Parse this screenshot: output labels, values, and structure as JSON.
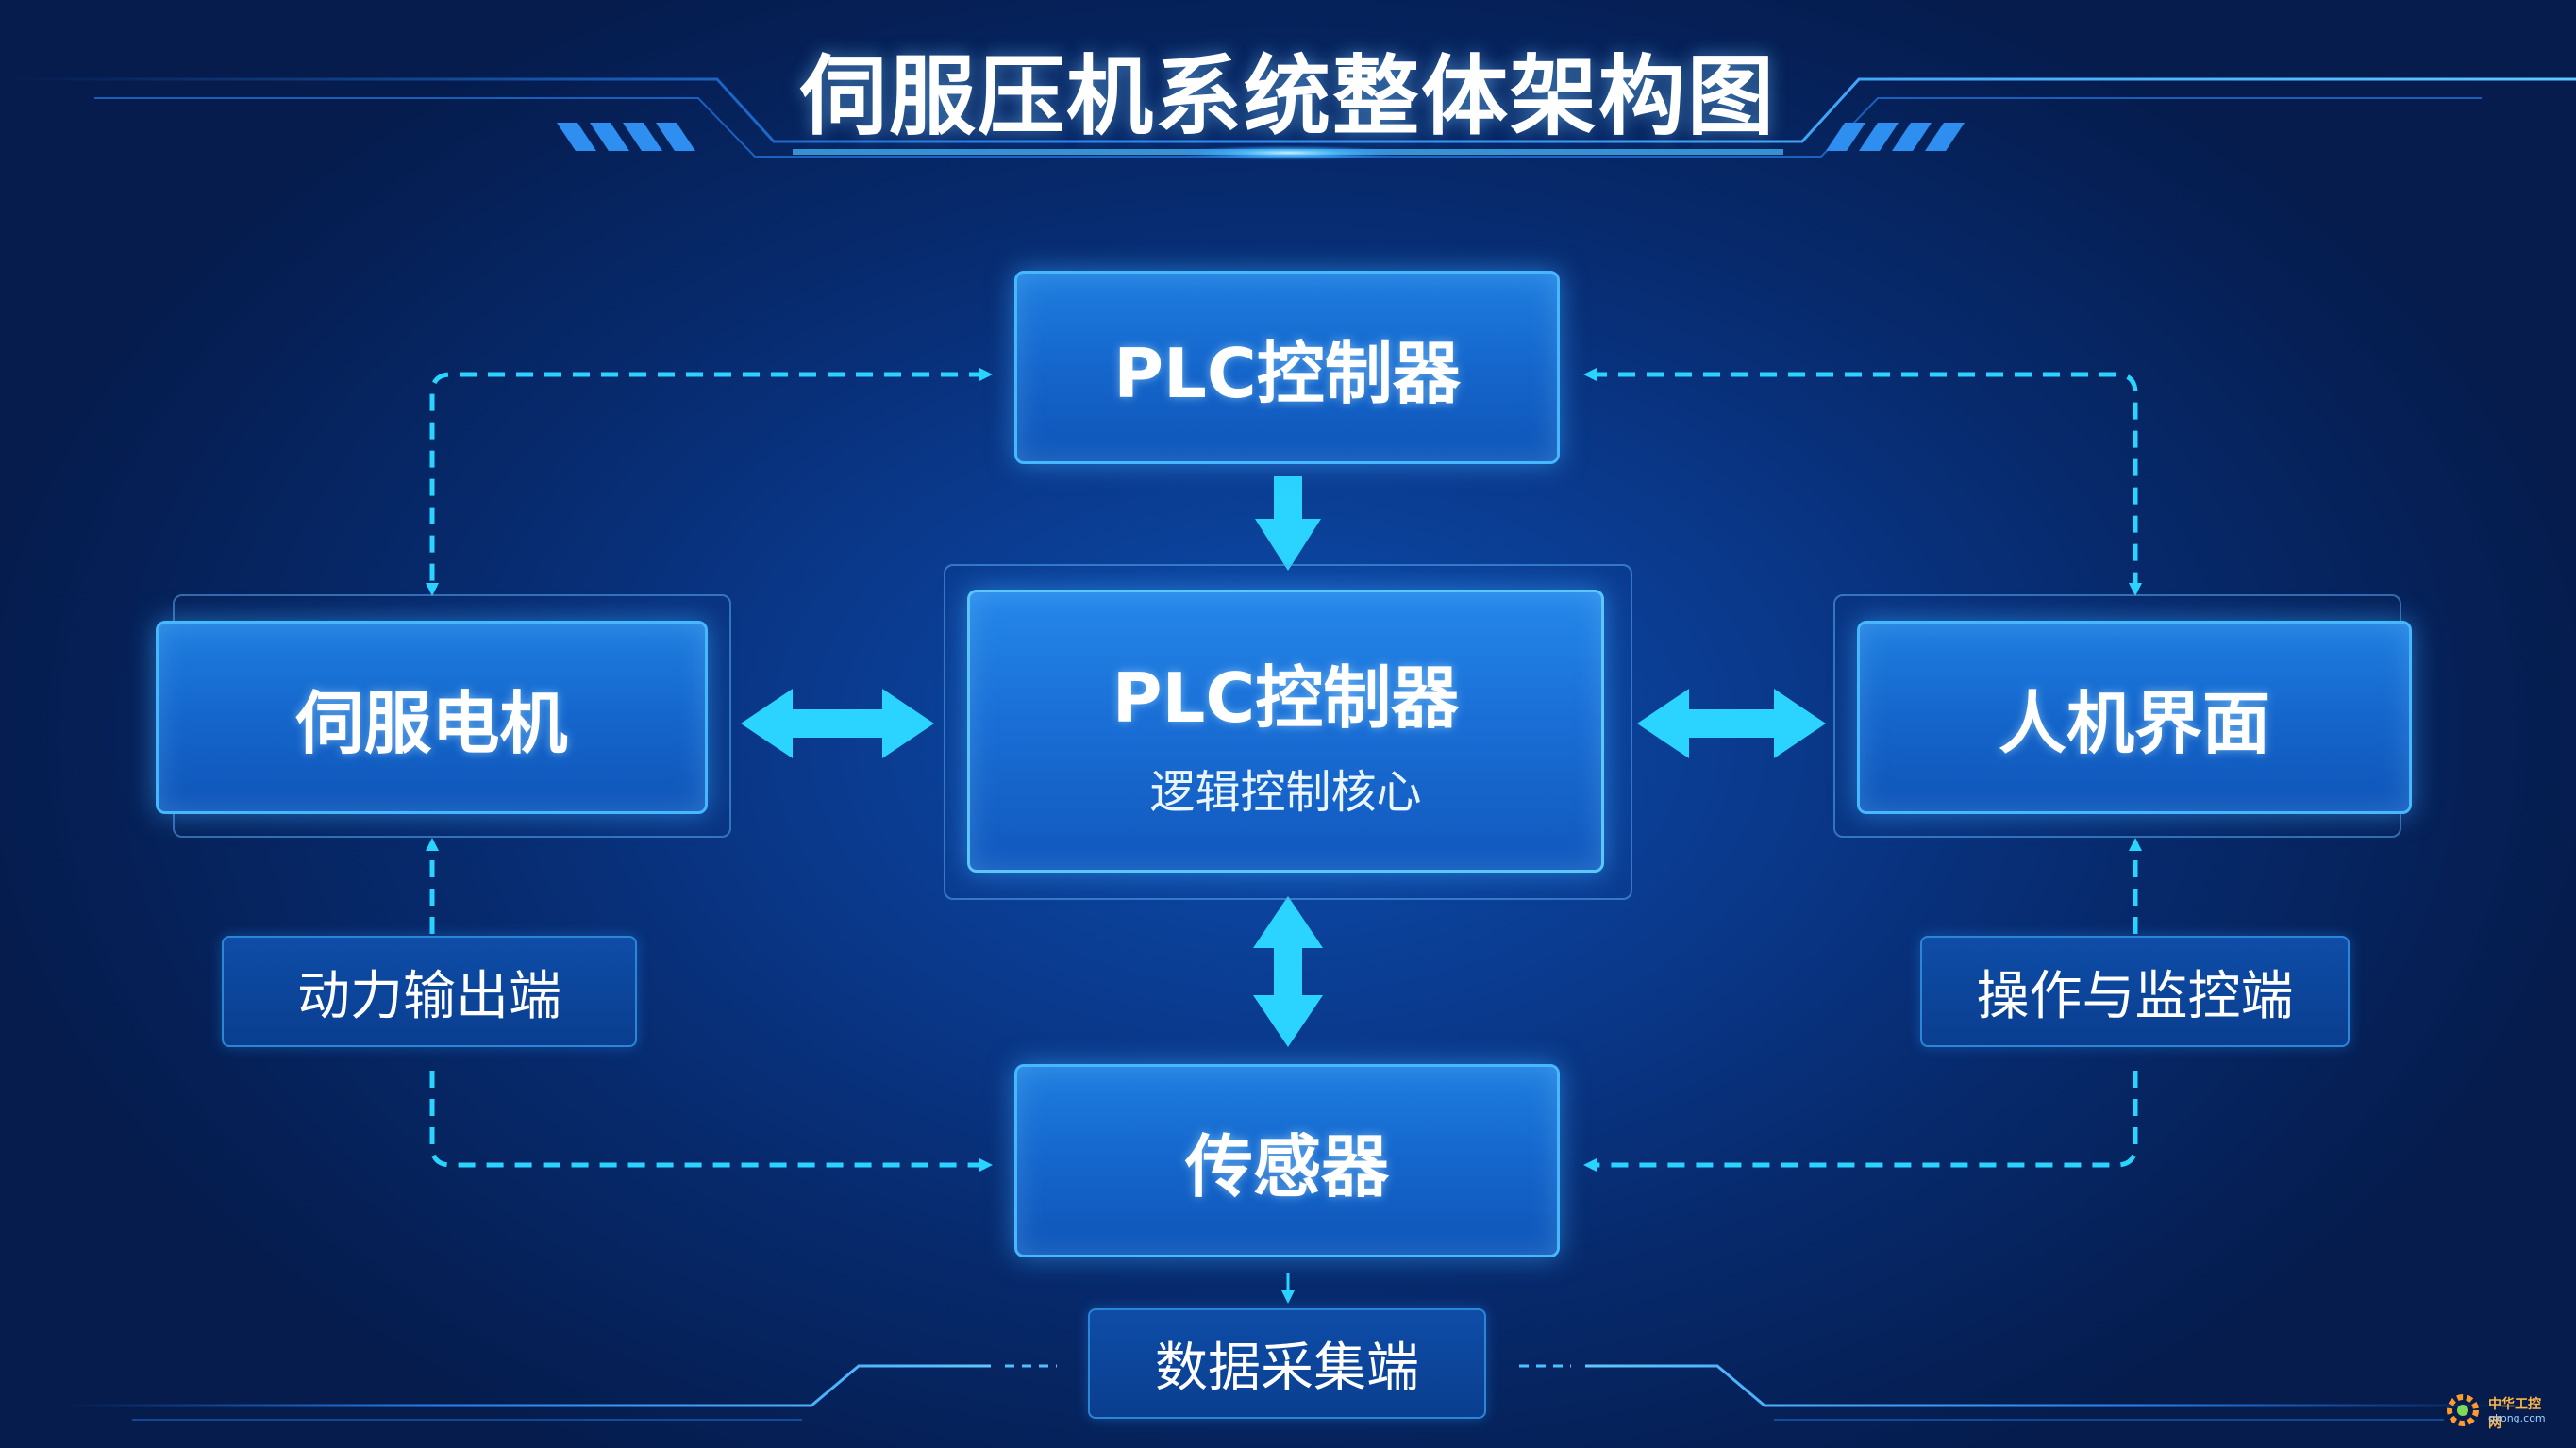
{
  "title": "伺服压机系统整体架构图",
  "nodes": {
    "plc_top": {
      "label": "PLC控制器"
    },
    "plc_center": {
      "label": "PLC控制器",
      "sublabel": "逻辑控制核心"
    },
    "servo_motor": {
      "label": "伺服电机"
    },
    "hmi": {
      "label": "人机界面"
    },
    "sensor": {
      "label": "传感器"
    }
  },
  "tags": {
    "power_output": "动力输出端",
    "operation_monitor": "操作与监控端",
    "data_acquisition": "数据采集端"
  },
  "watermark": {
    "text": "中华工控网",
    "url_text": "gkong.com"
  },
  "colors": {
    "background": "#0a3a8e",
    "node_fill": "#1566cc",
    "node_border": "#45b8ff",
    "connector": "#2ad4ff",
    "accent_line": "#2a8bff"
  }
}
